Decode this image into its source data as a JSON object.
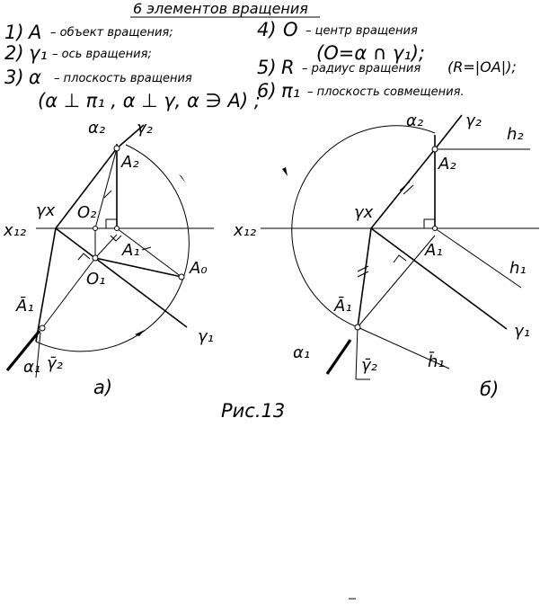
{
  "header": {
    "title": "6 элементов вращения"
  },
  "elements": {
    "item1": {
      "num": "1)",
      "sym": "A",
      "text": "– объект вращения;"
    },
    "item2": {
      "num": "2)",
      "sym": "γ₁",
      "text": "– ось вращения;"
    },
    "item3": {
      "num": "3)",
      "sym": "α",
      "text": "– плоскость вращения",
      "formula": "(α ⊥ π₁ , α ⊥ γ, α ∋ A) ;"
    },
    "item4": {
      "num": "4)",
      "sym": "O",
      "text": "– центр вращения",
      "formula": "(O=α ∩ γ₁);"
    },
    "item5": {
      "num": "5)",
      "sym": "R",
      "text": "– радиус вращения",
      "formula": "(R=|OA|);"
    },
    "item6": {
      "num": "6)",
      "sym": "π₁",
      "text": "– плоскость совмещения."
    }
  },
  "figure_a": {
    "caption": "а)",
    "labels": {
      "alpha2": "α₂",
      "gamma2": "γ₂",
      "A2": "A₂",
      "gammax": "γx",
      "O2": "O₂",
      "x12": "x₁₂",
      "A1": "A₁",
      "A0": "A₀",
      "O1": "O₁",
      "A1bar": "Ā₁",
      "gamma1": "γ₁",
      "alpha1": "α₁",
      "gamma2bar": "γ̄₂"
    }
  },
  "figure_b": {
    "caption": "б)",
    "labels": {
      "alpha2": "α₂",
      "gamma2": "γ₂",
      "h2": "h₂",
      "A2": "A₂",
      "gammax": "γx",
      "x12": "x₁₂",
      "A1": "A₁",
      "h1": "h₁",
      "A1bar": "Ā₁",
      "gamma1": "γ₁",
      "alpha1": "α₁",
      "gamma2bar": "γ̄₂",
      "h1bar": "h̄₁"
    }
  },
  "figure_caption": "Рис.13"
}
